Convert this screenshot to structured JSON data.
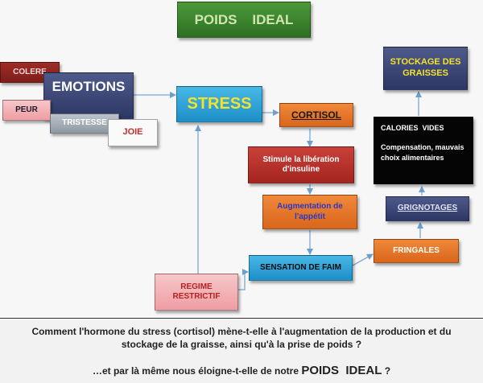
{
  "title": "POIDS    IDEAL",
  "nodes": {
    "colere": "COLERE",
    "emotions": "EMOTIONS",
    "peur": "PEUR",
    "tristesse": "TRISTESSE",
    "joie": "JOIE",
    "stress": "STRESS",
    "cortisol": "CORTISOL",
    "insuline": "Stimule la libération d'insuline",
    "appetit": "Augmentation de l'appétit",
    "faim": "SENSATION  DE FAIM",
    "regime": "REGIME RESTRICTIF",
    "fringales": "FRINGALES",
    "grignotages": "GRIGNOTAGES",
    "calories_title": "CALORIES  VIDES",
    "calories_body": "Compensation, mauvais choix alimentaires",
    "stockage": "STOCKAGE DES GRAISSES"
  },
  "question": {
    "line1": "Comment l'hormone du stress (cortisol) mène-t-elle à l'augmentation de la production et du stockage de la graisse, ainsi qu'à la prise de poids ?",
    "line2_prefix": "…et par là même nous éloigne-t-elle de notre",
    "line2_emph": "POIDS  IDEAL",
    "line2_suffix": "?"
  },
  "colors": {
    "green": "#3a8a2e",
    "navy": "#2d3766",
    "cyan": "#1c8fc9",
    "orange": "#e0701f",
    "red": "#b02b24",
    "pink": "#f3b3b7",
    "yellow_text": "#f5e22a",
    "connector": "#7aa8d6"
  }
}
